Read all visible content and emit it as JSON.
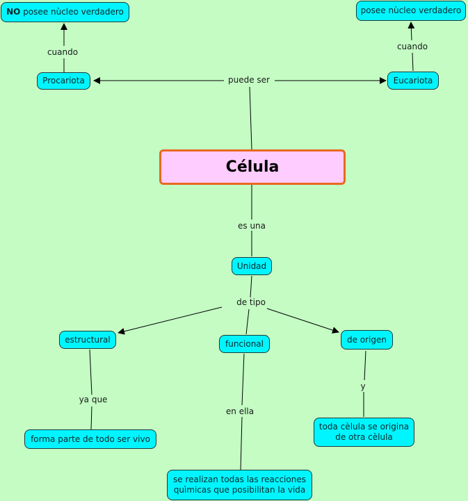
{
  "colors": {
    "background": "#c4fcc4",
    "concept_fill": "#00f5ff",
    "main_fill": "#ffccff",
    "main_border": "#e8691f"
  },
  "concepts": {
    "main": "Célula",
    "procariota": "Procariota",
    "eucariota": "Eucariota",
    "no_nucleo_bold": "NO",
    "no_nucleo_rest": " posee nùcleo verdadero",
    "si_nucleo": "posee nùcleo verdadero",
    "unidad": "Unidad",
    "estructural": "estructural",
    "funcional": "funcional",
    "origen": "de origen",
    "forma_parte": "forma parte de todo ser vivo",
    "reacciones_1": "se realizan todas las reacciones",
    "reacciones_2": "quìmicas que posibilitan la vida",
    "origina_1": "toda cèlula se origina",
    "origina_2": "de otra cèlula"
  },
  "links": {
    "puede_ser": "puede ser",
    "cuando_left": "cuando",
    "cuando_right": "cuando",
    "es_una": "es una",
    "de_tipo": "de tipo",
    "ya_que": "ya que",
    "en_ella": "en ella",
    "y": "y"
  }
}
